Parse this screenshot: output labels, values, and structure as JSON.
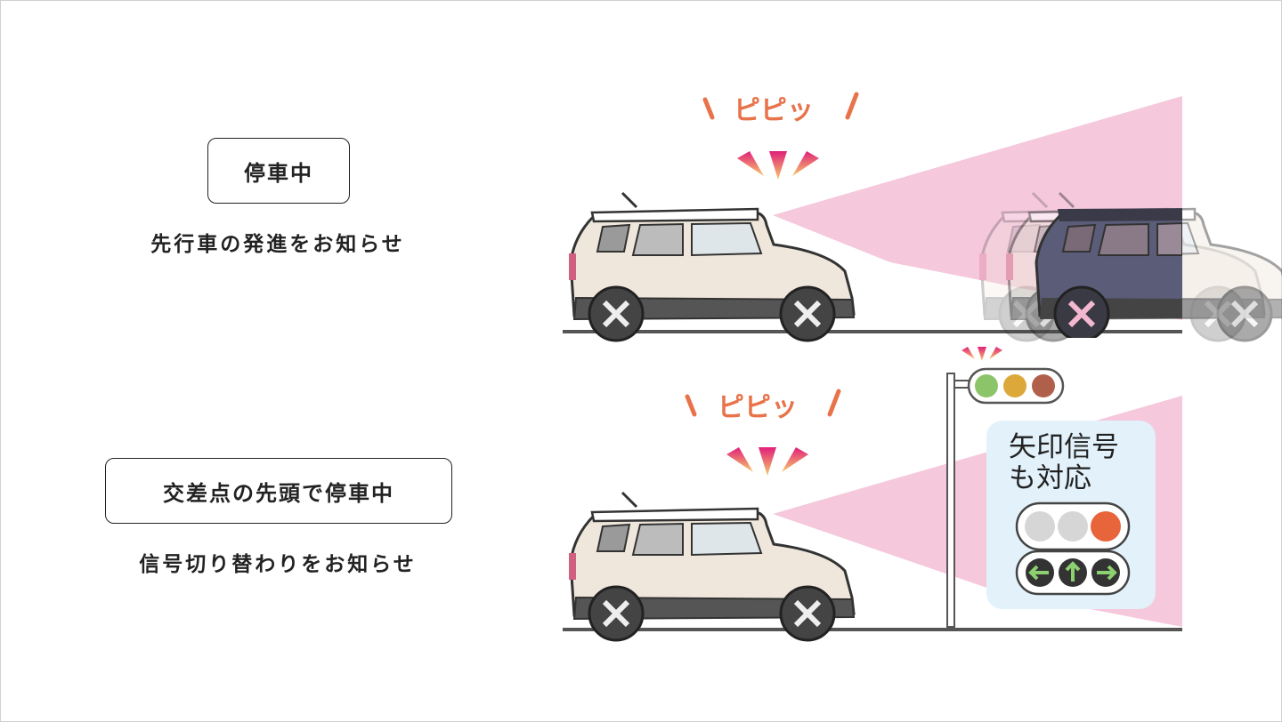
{
  "scenes": [
    {
      "label": "停車中",
      "caption": "先行車の発進をお知らせ",
      "sound": "ピピッ"
    },
    {
      "label": "交差点の先頭で停車中",
      "caption": "信号切り替わりをお知らせ",
      "sound": "ピピッ",
      "sign": {
        "line1": "矢印信号",
        "line2": "も対応"
      }
    }
  ],
  "colors": {
    "beam": "#f5c8dc",
    "sign_bg": "#e2f1fa",
    "signal_green": "#8cc46a",
    "signal_yellow": "#dca83a",
    "signal_red": "#e8643a",
    "arrow_green": "#8cd070"
  }
}
